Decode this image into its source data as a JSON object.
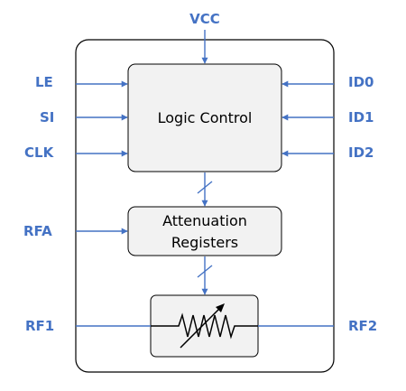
{
  "pins": {
    "vcc": "VCC",
    "le": "LE",
    "si": "SI",
    "clk": "CLK",
    "id0": "ID0",
    "id1": "ID1",
    "id2": "ID2",
    "rfa": "RFA",
    "rf1": "RF1",
    "rf2": "RF2"
  },
  "blocks": {
    "logic_control": "Logic Control",
    "attenuation_registers_line1": "Attenuation",
    "attenuation_registers_line2": "Registers"
  },
  "icons": {
    "attenuator": "variable-resistor-icon"
  },
  "colors": {
    "pin_label": "#4472c4",
    "wire": "#4472c4",
    "block_fill": "#f2f2f2",
    "outline": "#000000"
  }
}
